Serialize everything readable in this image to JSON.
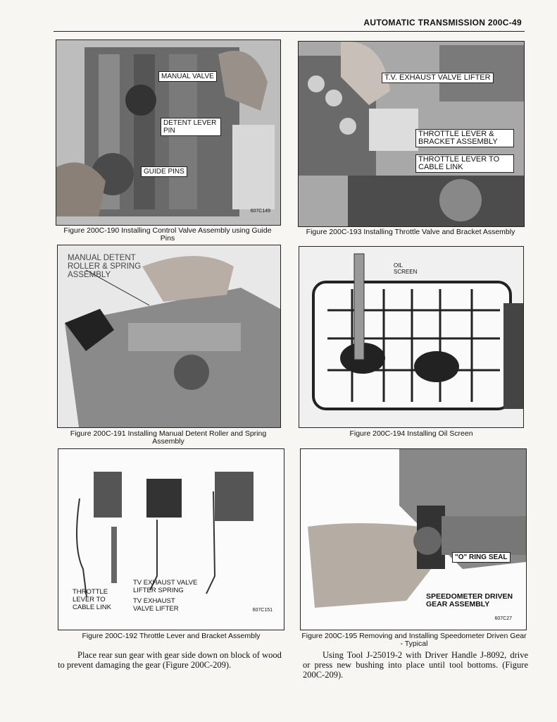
{
  "header": {
    "title": "AUTOMATIC TRANSMISSION 200C-49"
  },
  "figures": {
    "f190": {
      "caption": "Figure 200C-190 Installing Control Valve Assembly using Guide Pins",
      "labels": [
        "MANUAL VALVE",
        "DETENT LEVER PIN",
        "GUIDE PINS"
      ],
      "code": "607C149"
    },
    "f193": {
      "caption": "Figure 200C-193 Installing Throttle Valve and Bracket Assembly",
      "labels": [
        "T.V. EXHAUST VALVE LIFTER",
        "THROTTLE LEVER & BRACKET ASSEMBLY",
        "THROTTLE LEVER TO CABLE LINK"
      ]
    },
    "f191": {
      "caption": "Figure 200C-191 Installing Manual Detent Roller and Spring Assembly",
      "labels": [
        "MANUAL DETENT ROLLER & SPRING ASSEMBLY"
      ]
    },
    "f194": {
      "caption": "Figure 200C-194 Installing Oil Screen",
      "labels": [
        "OIL SCREEN"
      ]
    },
    "f192": {
      "caption": "Figure 200C-192 Throttle Lever and Bracket Assembly",
      "labels": [
        "TV EXHAUST VALVE LIFTER SPRING",
        "THROTTLE LEVER TO CABLE LINK",
        "TV EXHAUST VALVE LIFTER"
      ],
      "code": "607C151"
    },
    "f195": {
      "caption": "Figure 200C-195 Removing and Installing Speedometer Driven Gear - Typical",
      "labels": [
        "\"O\" RING SEAL",
        "SPEEDOMETER DRIVEN GEAR ASSEMBLY"
      ],
      "code": "607C27"
    }
  },
  "body": {
    "left": "Place rear sun gear with gear side down on block of wood to prevent damaging the gear (Figure 200C-209).",
    "right": "Using Tool J-25019-2 with Driver Handle J-8092, drive or press new bushing into place until tool bottoms. (Figure 200C-209)."
  }
}
